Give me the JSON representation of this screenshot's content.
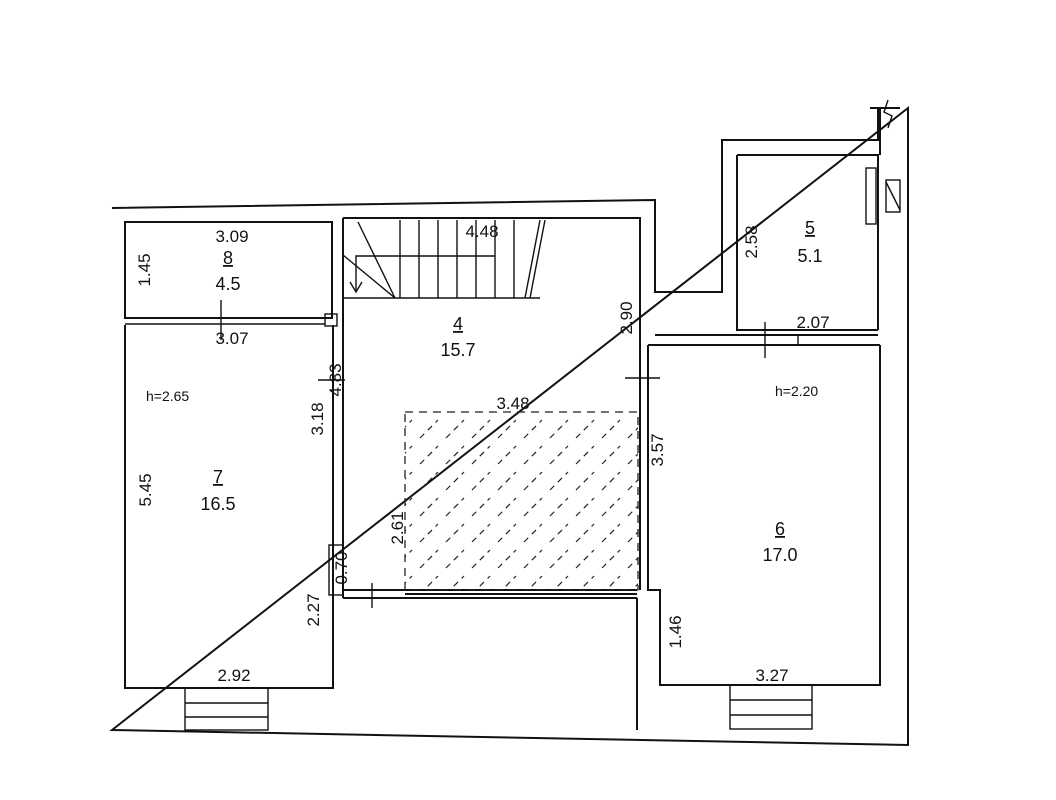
{
  "plan": {
    "rooms": [
      {
        "id": "4",
        "area": "15.7"
      },
      {
        "id": "5",
        "area": "5.1"
      },
      {
        "id": "6",
        "area": "17.0"
      },
      {
        "id": "7",
        "area": "16.5"
      },
      {
        "id": "8",
        "area": "4.5"
      }
    ],
    "heights": {
      "left": "h=2.65",
      "right": "h=2.20"
    },
    "dimensions": {
      "d309": "3.09",
      "d145": "1.45",
      "d307": "3.07",
      "d448": "4.48",
      "d290": "2.90",
      "d483": "4.83",
      "d318": "3.18",
      "d348": "3.48",
      "d545": "5.45",
      "d261": "2.61",
      "d070": "0.70",
      "d227": "2.27",
      "d292": "2.92",
      "d357": "3.57",
      "d146": "1.46",
      "d327": "3.27",
      "d258": "2.58",
      "d207": "2.07"
    }
  }
}
